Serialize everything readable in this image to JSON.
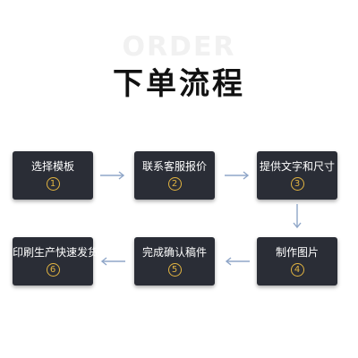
{
  "header": {
    "watermark": "ORDER",
    "title": "下单流程"
  },
  "steps": [
    {
      "label": "选择模板",
      "number": "1"
    },
    {
      "label": "联系客服报价",
      "number": "2"
    },
    {
      "label": "提供文字和尺寸",
      "number": "3"
    },
    {
      "label": "制作图片",
      "number": "4"
    },
    {
      "label": "完成确认稿件",
      "number": "5"
    },
    {
      "label": "印刷生产快速发货",
      "number": "6"
    }
  ],
  "colors": {
    "box": "#2a2d36",
    "accent": "#e2b441",
    "arrow": "#8fa6c8",
    "title": "#111111"
  },
  "icons": {
    "arrow": "arrow-icon"
  }
}
